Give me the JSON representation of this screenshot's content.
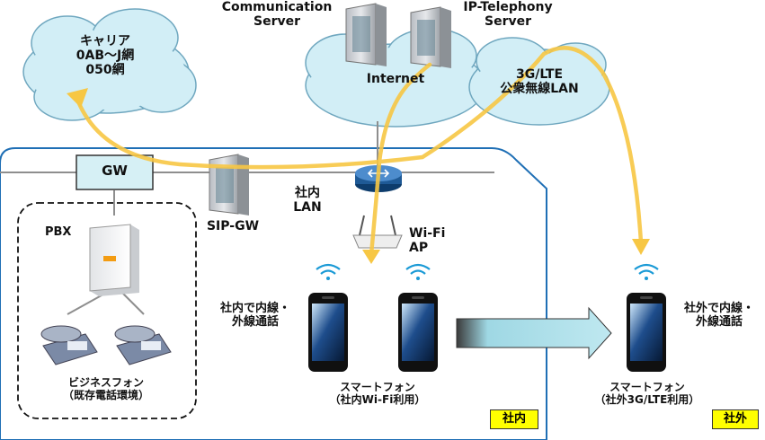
{
  "labels": {
    "carrier": [
      "キャリア",
      "0AB〜J網",
      "050網"
    ],
    "comm_server": [
      "Communication",
      "Server"
    ],
    "ip_tel_server": [
      "IP-Telephony",
      "Server"
    ],
    "internet": "Internet",
    "mobile_net": [
      "3G/LTE",
      "公衆無線LAN"
    ],
    "gw": "GW",
    "sip_gw": "SIP-GW",
    "lan": [
      "社内",
      "LAN"
    ],
    "wifi_ap": [
      "Wi-Fi",
      "AP"
    ],
    "pbx": "PBX",
    "biz_phone": [
      "ビジネスフォン",
      "（既存電話環境）"
    ],
    "inside_call": [
      "社内で内線・",
      "外線通話"
    ],
    "outside_call": [
      "社外で内線・",
      "外線通話"
    ],
    "smartphone_in": [
      "スマートフォン",
      "（社内Wi-Fi利用）"
    ],
    "smartphone_out": [
      "スマートフォン",
      "（社外3G/LTE利用）"
    ]
  },
  "badges": {
    "inside": "社内",
    "outside": "社外"
  },
  "colors": {
    "boundary_blue": "#1f6fb5",
    "route_yellow": "#f7c744",
    "cloud_fill": "#d2eef6",
    "cloud_stroke": "#6fa7bf",
    "gw_fill": "#d6f0f5",
    "badge_yellow": "#ffff00",
    "line_gray": "#8e8e8e",
    "arrow_fill": "#9fd8e4"
  }
}
